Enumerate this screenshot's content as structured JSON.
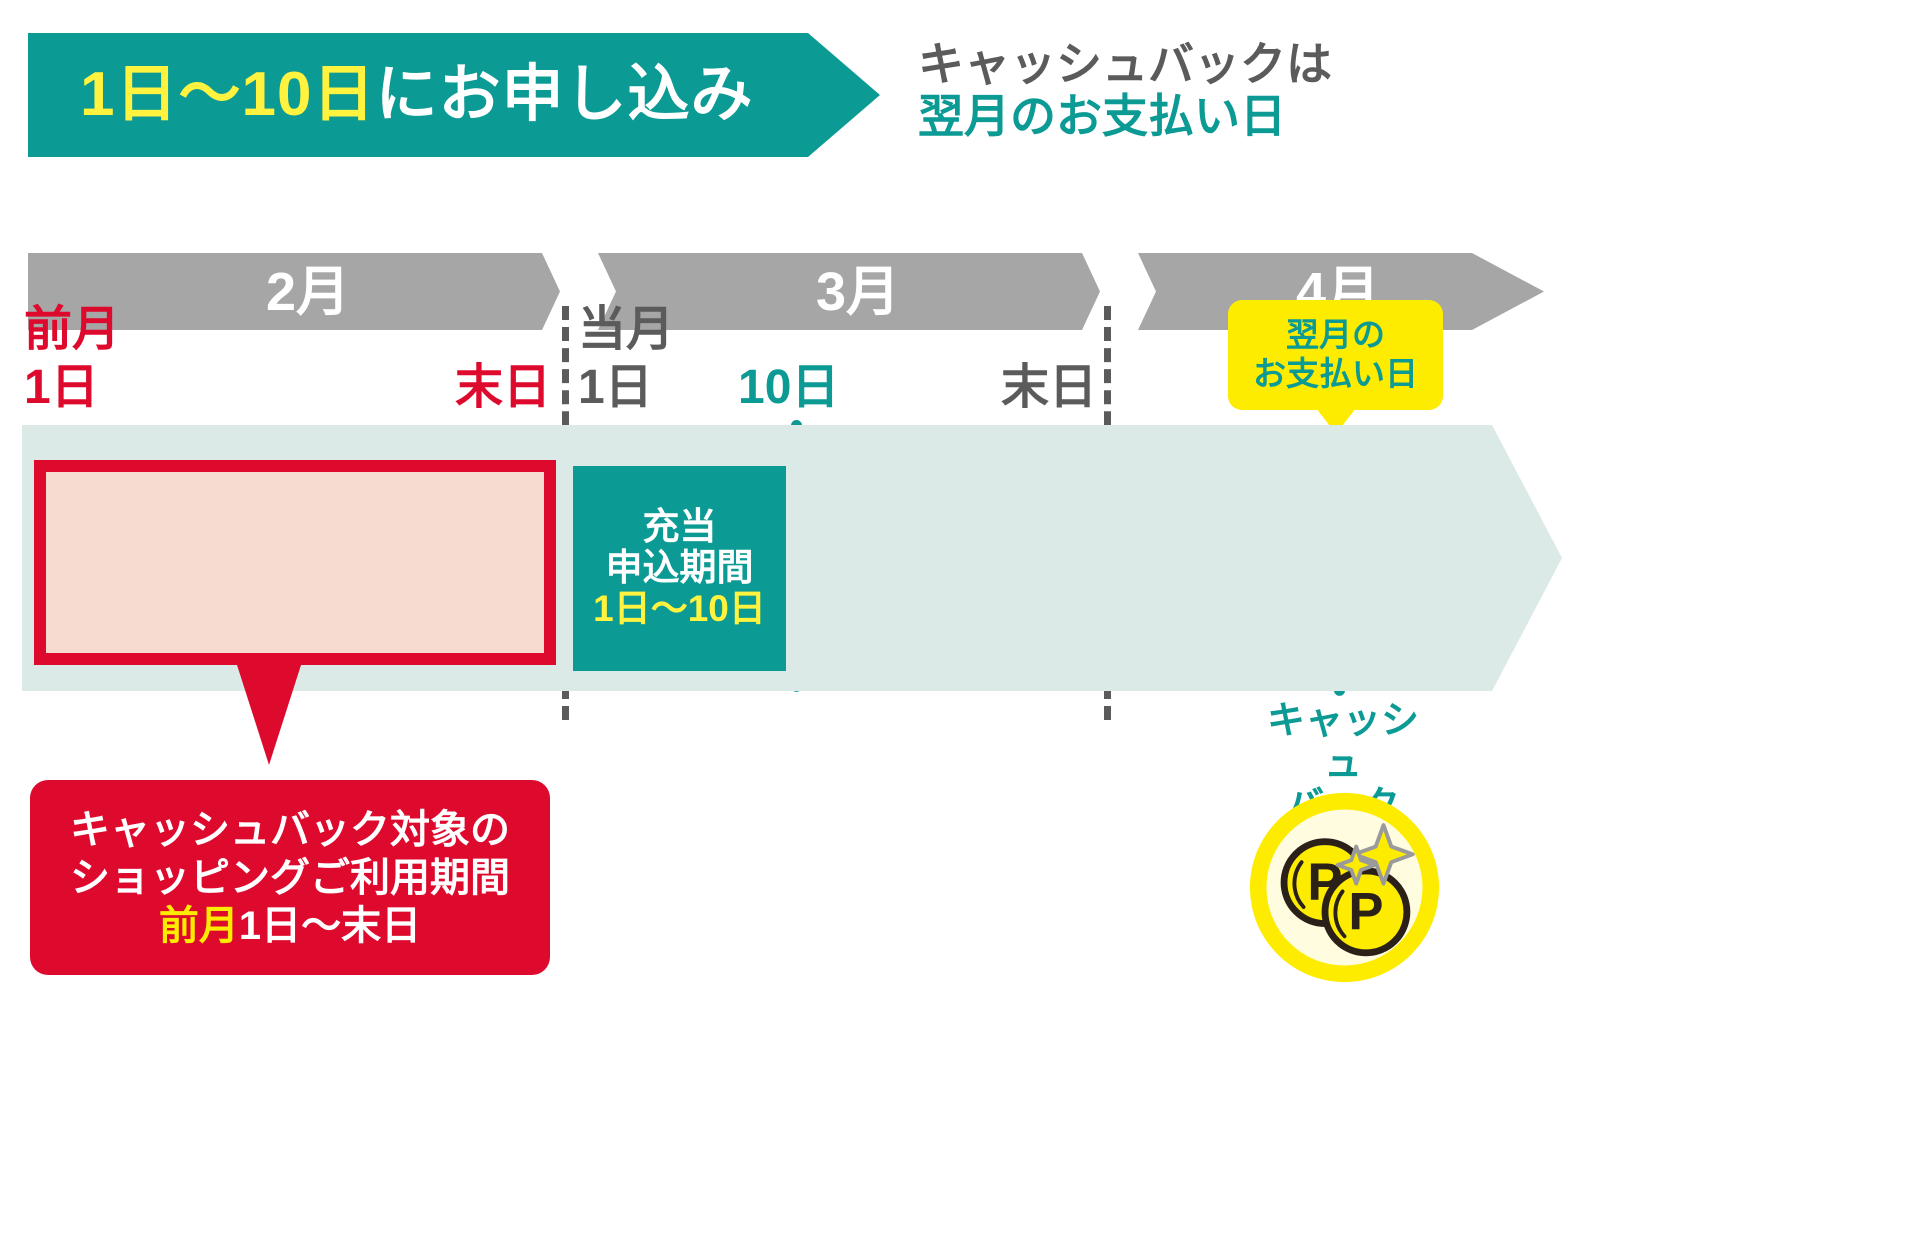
{
  "header": {
    "banner_highlight": "1日〜10日",
    "banner_rest": "にお申し込み",
    "note_line1": "キャッシュバックは",
    "note_line2": "翌月のお支払い日"
  },
  "timeline": {
    "months": [
      {
        "label": "2月"
      },
      {
        "label": "3月"
      },
      {
        "label": "4月"
      }
    ],
    "day_labels": {
      "prev_month": "前月",
      "prev_first": "1日",
      "prev_last": "末日",
      "current_month": "当月",
      "current_first": "1日",
      "current_tenth": "10日",
      "current_last": "末日"
    }
  },
  "payday_callout": {
    "line1": "翌月の",
    "line2": "お支払い日"
  },
  "apply_box": {
    "line1": "充当",
    "line2": "申込期間",
    "line3": "1日〜10日"
  },
  "usage_callout": {
    "line1": "キャッシュバック対象の",
    "line2": "ショッピングご利用期間",
    "line3_highlight": "前月",
    "line3_rest": "1日〜末日"
  },
  "cashback_badge": {
    "label_line1": "キャッシュ",
    "label_line2": "バック",
    "coin_symbol": "P"
  },
  "colors": {
    "teal": "#0b9a94",
    "red": "#dd0a2e",
    "yellow": "#fdec00",
    "banner_yellow": "#fff33f",
    "gray": "#5b5b5b",
    "month_bar_gray": "#a6a6a6",
    "band": "#dbe9e7",
    "pink": "#f7dbd1"
  }
}
